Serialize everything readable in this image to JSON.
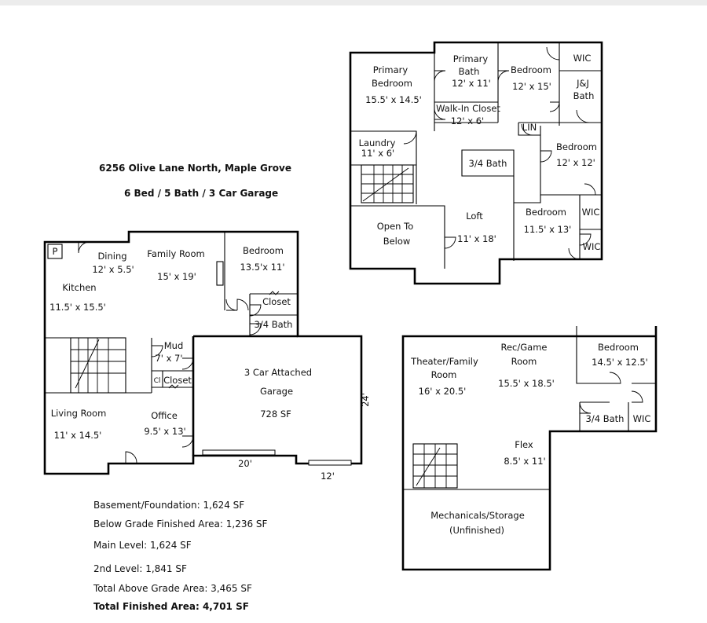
{
  "property": {
    "address": "6256 Olive Lane North, Maple Grove",
    "summary": "6 Bed / 5 Bath / 3 Car Garage"
  },
  "upper_level": {
    "primary_bedroom": [
      "Primary",
      "Bedroom",
      "15.5' x 14.5'"
    ],
    "primary_bath": [
      "Primary",
      "Bath",
      "12' x 11'"
    ],
    "bedroom_a": [
      "Bedroom",
      "12' x 15'"
    ],
    "wic_a": "WIC",
    "jj_bath": [
      "J&J",
      "Bath"
    ],
    "walk_in_closet": [
      "Walk-In Closet",
      "12' x 6'"
    ],
    "lin": "LIN",
    "laundry": [
      "Laundry",
      "11' x 6'"
    ],
    "three_quarter_bath": "3/4 Bath",
    "bedroom_b": [
      "Bedroom",
      "12' x 12'"
    ],
    "open_to_below": [
      "Open To",
      "Below"
    ],
    "loft": [
      "Loft",
      "11' x 18'"
    ],
    "bedroom_c": [
      "Bedroom",
      "11.5' x 13'"
    ],
    "wic_b": "WIC",
    "wic_c": "WIC"
  },
  "main_level": {
    "pantry": "P",
    "dining": [
      "Dining",
      "12' x 5.5'"
    ],
    "family_room": [
      "Family Room",
      "15' x 19'"
    ],
    "bedroom": [
      "Bedroom",
      "13.5'x 11'"
    ],
    "kitchen": [
      "Kitchen",
      "11.5' x 15.5'"
    ],
    "closet_a": "Closet",
    "three_quarter_bath": "3/4 Bath",
    "mud": [
      "Mud",
      "7' x 7'"
    ],
    "cl": "Cl",
    "closet_b": "Closet",
    "garage": [
      "3 Car Attached",
      "Garage",
      "728 SF"
    ],
    "living_room": [
      "Living Room",
      "11' x 14.5'"
    ],
    "office": [
      "Office",
      "9.5' x 13'"
    ],
    "dim_24": "24'",
    "dim_20": "20'",
    "dim_12": "12'"
  },
  "lower_level": {
    "theater": [
      "Theater/Family",
      "Room",
      "16' x 20.5'"
    ],
    "rec_room": [
      "Rec/Game",
      "Room",
      "15.5' x 18.5'"
    ],
    "bedroom": [
      "Bedroom",
      "14.5' x 12.5'"
    ],
    "three_quarter_bath": "3/4 Bath",
    "wic": "WIC",
    "flex": [
      "Flex",
      "8.5' x 11'"
    ],
    "mechanicals": [
      "Mechanicals/Storage",
      "(Unfinished)"
    ]
  },
  "stats": [
    {
      "text": "Basement/Foundation: 1,624 SF",
      "bold": false
    },
    {
      "text": "Below Grade Finished Area: 1,236 SF",
      "bold": false
    },
    {
      "text": "Main Level: 1,624 SF",
      "bold": false
    },
    {
      "text": "2nd Level: 1,841 SF",
      "bold": false
    },
    {
      "text": "Total Above Grade Area: 3,465 SF",
      "bold": false
    },
    {
      "text": "Total Finished Area: 4,701 SF",
      "bold": true
    }
  ]
}
